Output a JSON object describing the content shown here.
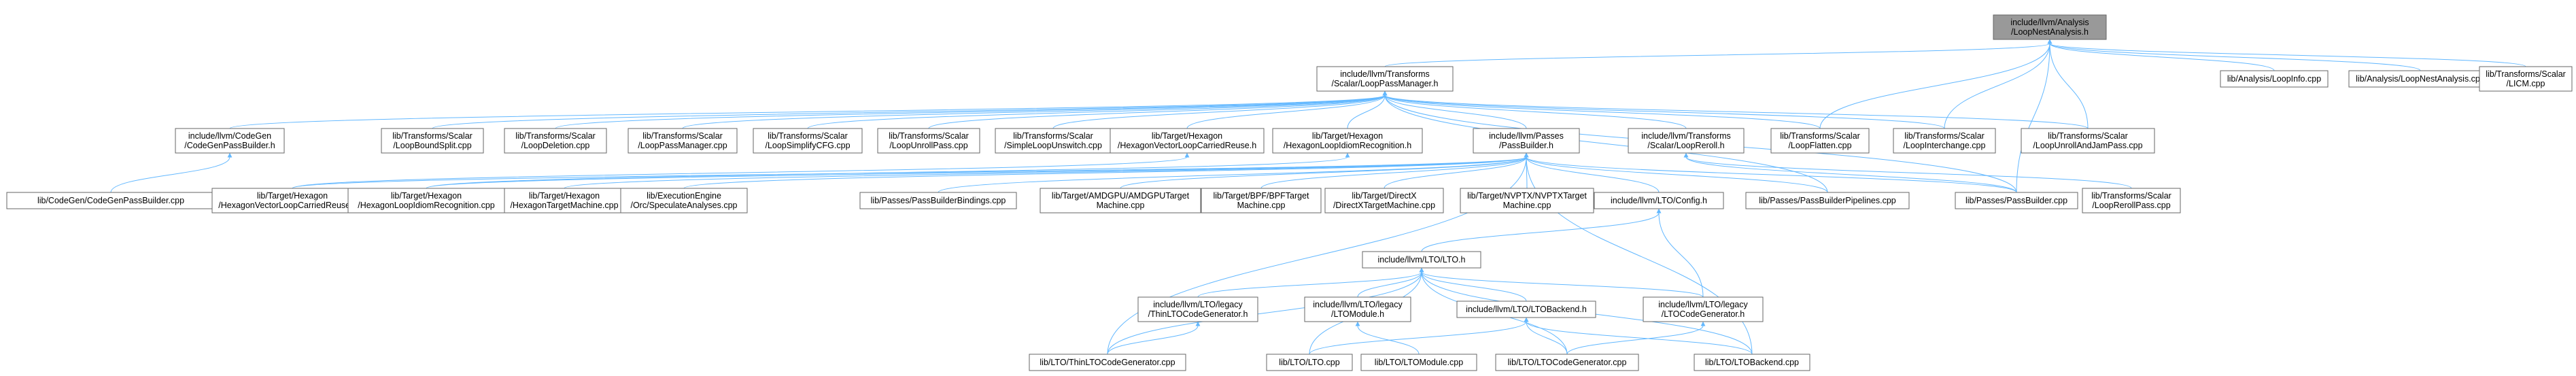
{
  "colors": {
    "edge": "#63b8ff",
    "node_fill": "#ffffff",
    "node_border": "#666666",
    "root_fill": "#999999",
    "text": "#000000"
  },
  "nodes": {
    "n0": [
      "include/llvm/Analysis",
      "/LoopNestAnalysis.h"
    ],
    "n1": [
      "include/llvm/Transforms",
      "/Scalar/LoopPassManager.h"
    ],
    "n2": [
      "lib/Analysis/LoopInfo.cpp"
    ],
    "n3": [
      "lib/Analysis/LoopNestAnalysis.cpp"
    ],
    "n4": [
      "lib/Transforms/Scalar",
      "/LICM.cpp"
    ],
    "n5": [
      "include/llvm/CodeGen",
      "/CodeGenPassBuilder.h"
    ],
    "n6": [
      "lib/Transforms/Scalar",
      "/LoopBoundSplit.cpp"
    ],
    "n7": [
      "lib/Transforms/Scalar",
      "/LoopDeletion.cpp"
    ],
    "n8": [
      "lib/Transforms/Scalar",
      "/LoopPassManager.cpp"
    ],
    "n9": [
      "lib/Transforms/Scalar",
      "/LoopSimplifyCFG.cpp"
    ],
    "n10": [
      "lib/Transforms/Scalar",
      "/LoopUnrollPass.cpp"
    ],
    "n11": [
      "lib/Transforms/Scalar",
      "/SimpleLoopUnswitch.cpp"
    ],
    "n12": [
      "lib/Target/Hexagon",
      "/HexagonVectorLoopCarriedReuse.h"
    ],
    "n13": [
      "lib/Target/Hexagon",
      "/HexagonLoopIdiomRecognition.h"
    ],
    "n14": [
      "include/llvm/Passes",
      "/PassBuilder.h"
    ],
    "n15": [
      "include/llvm/Transforms",
      "/Scalar/LoopReroll.h"
    ],
    "n16": [
      "lib/Transforms/Scalar",
      "/LoopFlatten.cpp"
    ],
    "n17": [
      "lib/Transforms/Scalar",
      "/LoopInterchange.cpp"
    ],
    "n18": [
      "lib/Transforms/Scalar",
      "/LoopUnrollAndJamPass.cpp"
    ],
    "n19": [
      "lib/CodeGen/CodeGenPassBuilder.cpp"
    ],
    "n20": [
      "lib/Target/Hexagon",
      "/HexagonVectorLoopCarriedReuse.cpp"
    ],
    "n21": [
      "lib/Target/Hexagon",
      "/HexagonLoopIdiomRecognition.cpp"
    ],
    "n22": [
      "lib/Target/Hexagon",
      "/HexagonTargetMachine.cpp"
    ],
    "n23": [
      "lib/ExecutionEngine",
      "/Orc/SpeculateAnalyses.cpp"
    ],
    "n24": [
      "lib/Passes/PassBuilderBindings.cpp"
    ],
    "n25": [
      "lib/Target/AMDGPU/AMDGPUTarget",
      "Machine.cpp"
    ],
    "n26": [
      "lib/Target/BPF/BPFTarget",
      "Machine.cpp"
    ],
    "n27": [
      "lib/Target/DirectX",
      "/DirectXTargetMachine.cpp"
    ],
    "n28": [
      "lib/Target/NVPTX/NVPTXTarget",
      "Machine.cpp"
    ],
    "n29": [
      "include/llvm/LTO/Config.h"
    ],
    "n30": [
      "lib/Passes/PassBuilderPipelines.cpp"
    ],
    "n31": [
      "lib/Passes/PassBuilder.cpp"
    ],
    "n32": [
      "lib/Transforms/Scalar",
      "/LoopRerollPass.cpp"
    ],
    "n33": [
      "include/llvm/LTO/LTO.h"
    ],
    "n34": [
      "include/llvm/LTO/legacy",
      "/ThinLTOCodeGenerator.h"
    ],
    "n35": [
      "include/llvm/LTO/legacy",
      "/LTOModule.h"
    ],
    "n36": [
      "include/llvm/LTO/LTOBackend.h"
    ],
    "n37": [
      "include/llvm/LTO/legacy",
      "/LTOCodeGenerator.h"
    ],
    "n38": [
      "lib/LTO/ThinLTOCodeGenerator.cpp"
    ],
    "n39": [
      "lib/LTO/LTO.cpp"
    ],
    "n40": [
      "lib/LTO/LTOModule.cpp"
    ],
    "n41": [
      "lib/LTO/LTOCodeGenerator.cpp"
    ],
    "n42": [
      "lib/LTO/LTOBackend.cpp"
    ]
  }
}
